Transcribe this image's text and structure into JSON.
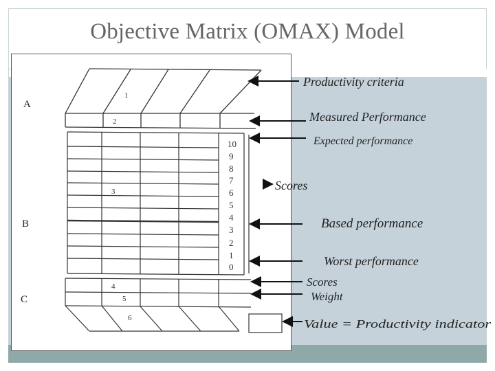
{
  "slide": {
    "title": "Objective Matrix (OMAX) Model"
  },
  "sections": {
    "a": "A",
    "b": "B",
    "c": "C"
  },
  "cell_numbers": [
    "1",
    "2",
    "3",
    "4",
    "5",
    "6"
  ],
  "score_scale": [
    "10",
    "9",
    "8",
    "7",
    "6",
    "5",
    "4",
    "3",
    "2",
    "1",
    "0"
  ],
  "annotations": {
    "productivity_criteria": "Productivity criteria",
    "measured_performance": "Measured  Performance",
    "expected_performance": "Expected  performance",
    "scores_mid": "Scores",
    "based_performance": "Based  performance",
    "worst_performance": "Worst  performance",
    "scores_bottom": "Scores",
    "weight": "Weight",
    "value_indicator": "Value = Productivity indicator"
  },
  "colors": {
    "panel": "#c5d2d9",
    "band": "#8fa9a9",
    "title": "#666666"
  }
}
